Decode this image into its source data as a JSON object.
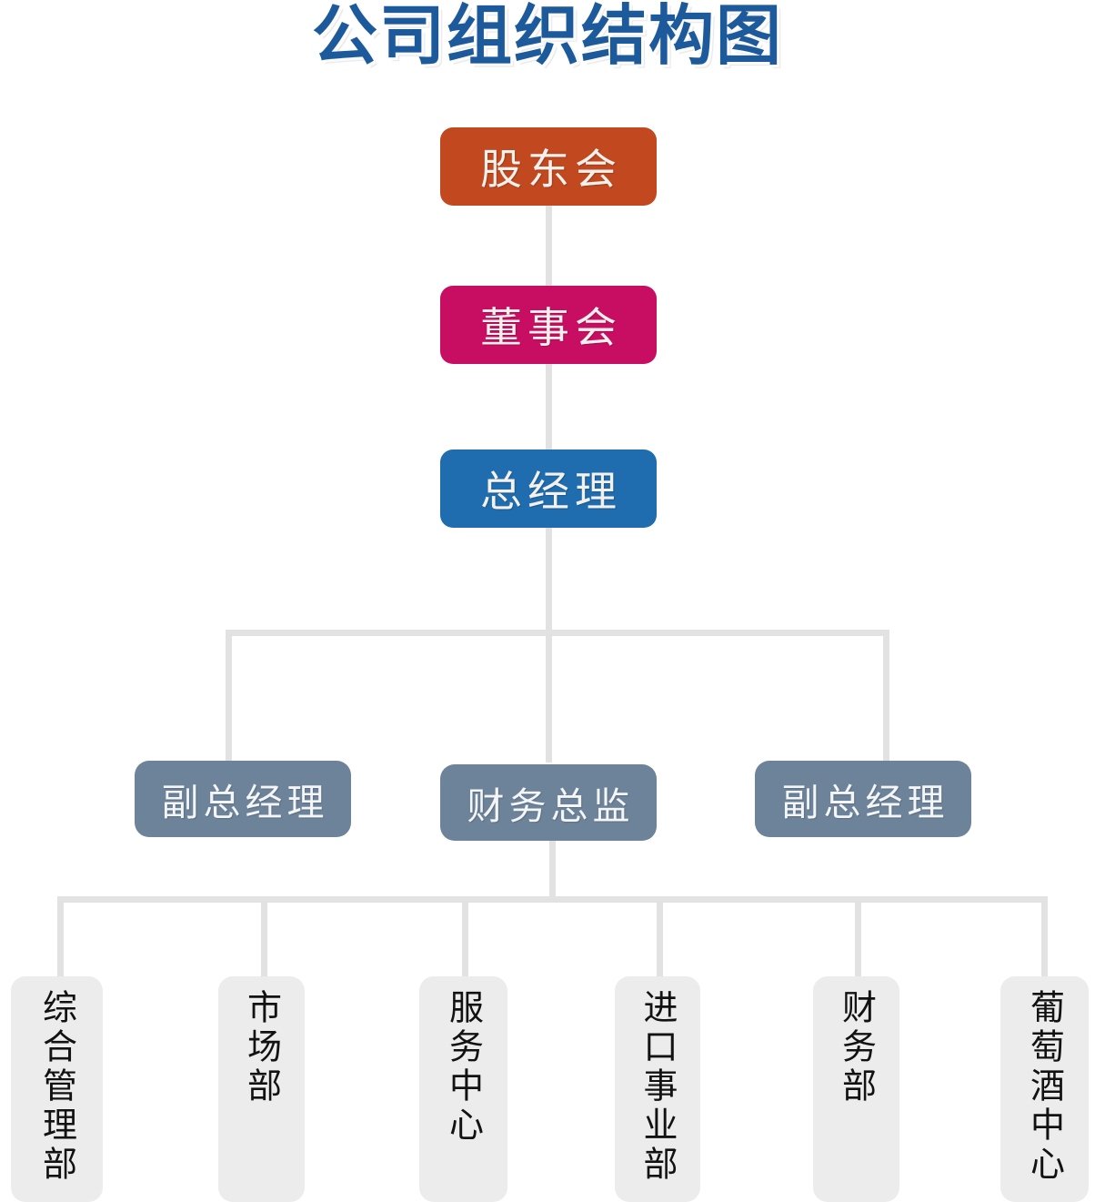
{
  "title": "公司组织结构图",
  "colors": {
    "title": "#1d5a9c",
    "shareholders": "#c1481f",
    "board": "#c80e63",
    "general_manager": "#1f6cae",
    "middle_tier": "#6d8399",
    "department": "#ececec",
    "connector": "#e2e2e2",
    "background": "#ffffff"
  },
  "nodes": {
    "shareholders": {
      "label": "股东会"
    },
    "board": {
      "label": "董事会"
    },
    "general_manager": {
      "label": "总经理"
    },
    "deputy_gm_left": {
      "label": "副总经理"
    },
    "cfo": {
      "label": "财务总监"
    },
    "deputy_gm_right": {
      "label": "副总经理"
    }
  },
  "departments": [
    {
      "label": "综合管理部"
    },
    {
      "label": "市场部"
    },
    {
      "label": "服务中心"
    },
    {
      "label": "进口事业部"
    },
    {
      "label": "财务部"
    },
    {
      "label": "葡萄酒中心"
    }
  ],
  "chart_data": {
    "type": "diagram",
    "title": "公司组织结构图",
    "levels": [
      {
        "level": 1,
        "nodes": [
          "股东会"
        ]
      },
      {
        "level": 2,
        "nodes": [
          "董事会"
        ]
      },
      {
        "level": 3,
        "nodes": [
          "总经理"
        ]
      },
      {
        "level": 4,
        "nodes": [
          "副总经理",
          "财务总监",
          "副总经理"
        ]
      },
      {
        "level": 5,
        "nodes": [
          "综合管理部",
          "市场部",
          "服务中心",
          "进口事业部",
          "财务部",
          "葡萄酒中心"
        ]
      }
    ],
    "edges": [
      {
        "from": "股东会",
        "to": "董事会"
      },
      {
        "from": "董事会",
        "to": "总经理"
      },
      {
        "from": "总经理",
        "to": "副总经理"
      },
      {
        "from": "总经理",
        "to": "财务总监"
      },
      {
        "from": "总经理",
        "to": "副总经理"
      },
      {
        "from": "财务总监",
        "to": "综合管理部"
      },
      {
        "from": "财务总监",
        "to": "市场部"
      },
      {
        "from": "财务总监",
        "to": "服务中心"
      },
      {
        "from": "财务总监",
        "to": "进口事业部"
      },
      {
        "from": "财务总监",
        "to": "财务部"
      },
      {
        "from": "财务总监",
        "to": "葡萄酒中心"
      }
    ]
  }
}
